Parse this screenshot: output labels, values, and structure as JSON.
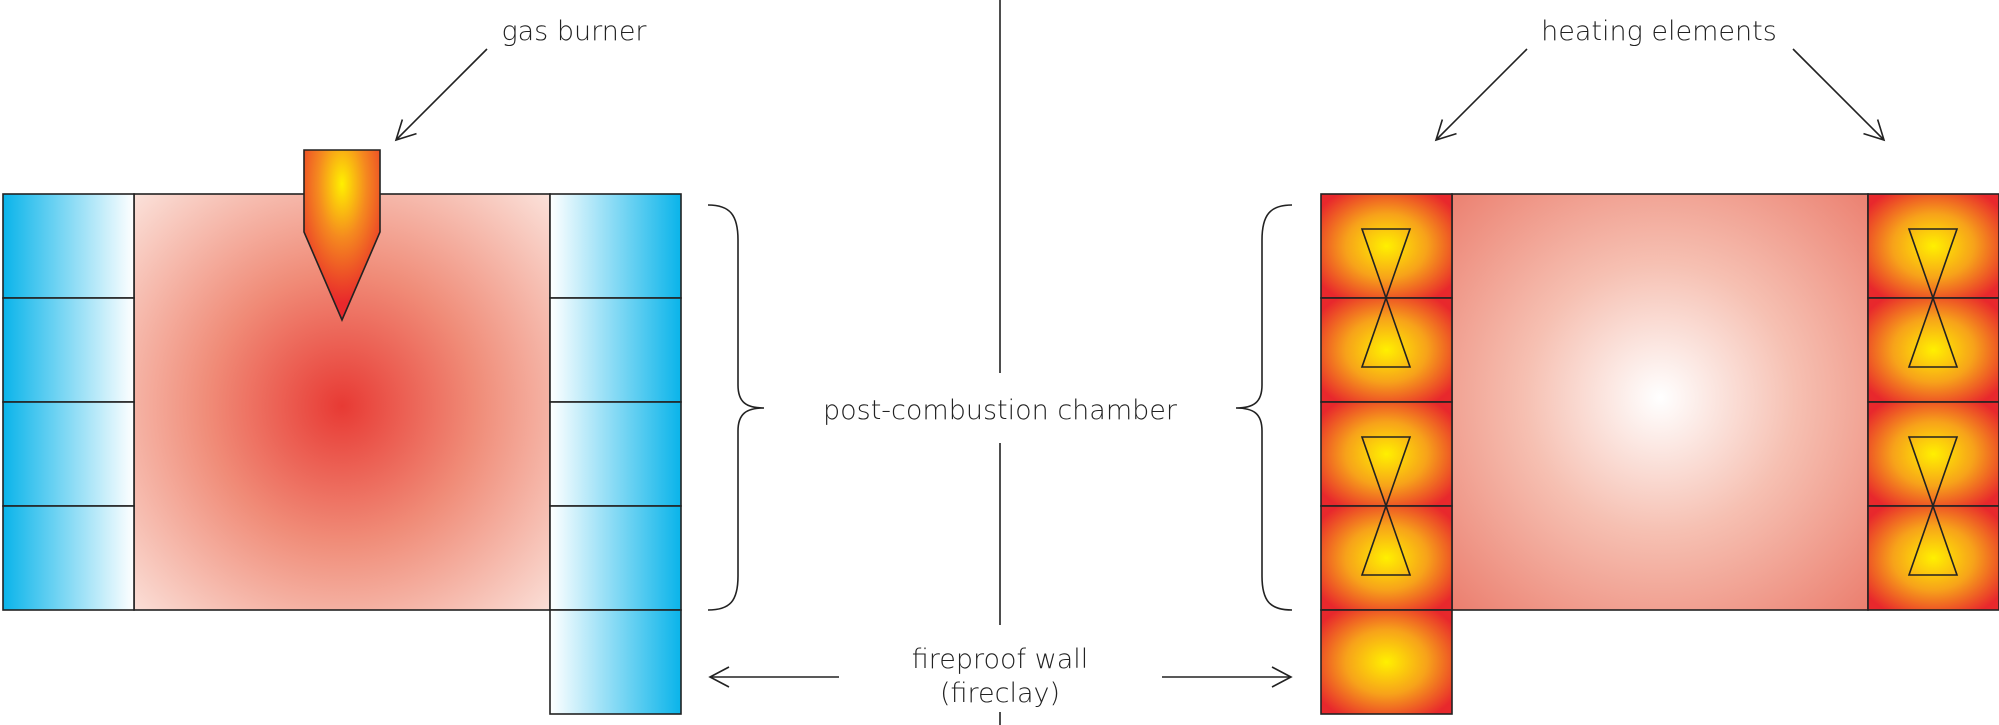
{
  "labels": {
    "gas_burner": "gas burner",
    "heating_elements": "heating elements",
    "post_combustion_chamber": "post-combustion chamber",
    "fireproof_wall_line1": "fireproof wall",
    "fireproof_wall_line2": "(fireclay)"
  },
  "colors": {
    "outline": "#222222",
    "wall_blue": "#0ab4ea",
    "flame_red": "#e8282c",
    "flame_yellow": "#fff000",
    "chamber_pink": "#f5b5a6",
    "chamber_hot": "#e83a34"
  }
}
